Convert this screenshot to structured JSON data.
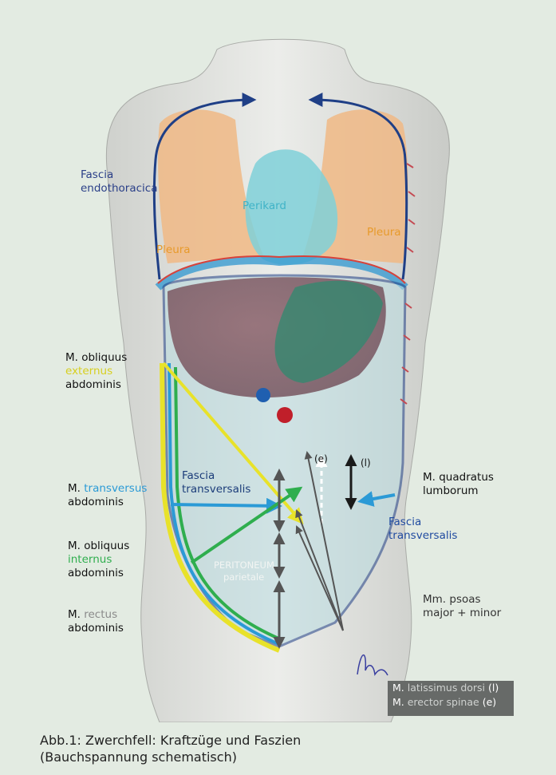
{
  "labels": {
    "fascia_endothoracica": [
      "Fascia",
      "endothoracica"
    ],
    "perikard": "Perikard",
    "pleura_left": "Pleura",
    "pleura_right": "Pleura",
    "m_obliquus_externus": [
      "M. obliquus",
      "externus",
      "abdominis"
    ],
    "m_transversus": [
      "M. ",
      "transversus",
      "abdominis"
    ],
    "m_obliquus_internus": [
      "M. obliquus",
      "internus",
      "abdominis"
    ],
    "m_rectus": [
      "M. ",
      "rectus",
      "abdominis"
    ],
    "fascia_transversalis_center": [
      "Fascia",
      "transversalis"
    ],
    "fascia_transversalis_right": [
      "Fascia",
      "transversalis"
    ],
    "peritoneum": [
      "PERITONEUM",
      "parietale"
    ],
    "m_quadratus": [
      "M. quadratus",
      "lumborum"
    ],
    "mm_psoas": [
      "Mm. psoas",
      "major + minor"
    ],
    "marker_e": "(e)",
    "marker_l": "(l)"
  },
  "legend": {
    "line1": {
      "prefix": "M. ",
      "name": "latissimus dorsi",
      "suffix": " (l)"
    },
    "line2": {
      "prefix": "M. ",
      "name": "erector spinae",
      "suffix": " (e)"
    }
  },
  "caption": {
    "line1": "Abb.1: Zwerchfell: Kraftzüge und Faszien",
    "line2": "(Bauchspannung schematisch)"
  },
  "colors": {
    "background": "#e3ebe2",
    "fascia_blue": "#1f3f86",
    "pleura_orange": "#f0a94a",
    "perikard_cyan": "#6ccad6",
    "externus_yellow": "#e8e22a",
    "transversus_blue": "#2b9ad6",
    "internus_green": "#2fae4e",
    "rectus_grey": "#8a8a8a",
    "latissimus_dark": "#1a1a1a",
    "erector_white": "#ffffff",
    "psoas_grey": "#555555"
  },
  "icons": [
    "torso-drawing",
    "artist-signature"
  ]
}
